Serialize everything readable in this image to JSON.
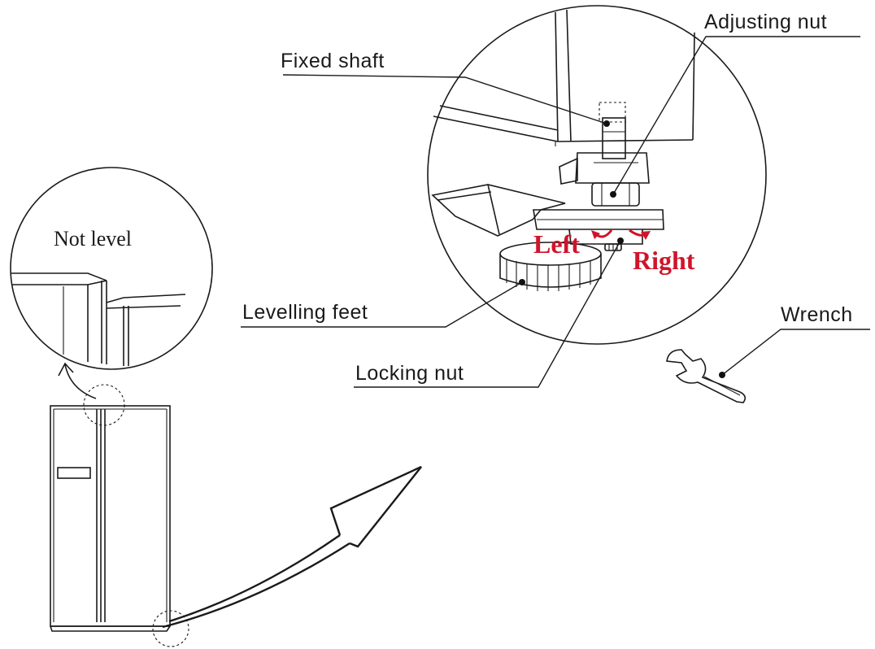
{
  "labels": {
    "not_level": "Not level",
    "fixed_shaft": "Fixed shaft",
    "adjusting_nut": "Adjusting nut",
    "levelling_feet": "Levelling feet",
    "locking_nut": "Locking nut",
    "wrench": "Wrench",
    "left": "Left",
    "right": "Right"
  },
  "colors": {
    "ink": "#1a1a1a",
    "turn_arrows": "#d0142a",
    "background": "#ffffff"
  }
}
